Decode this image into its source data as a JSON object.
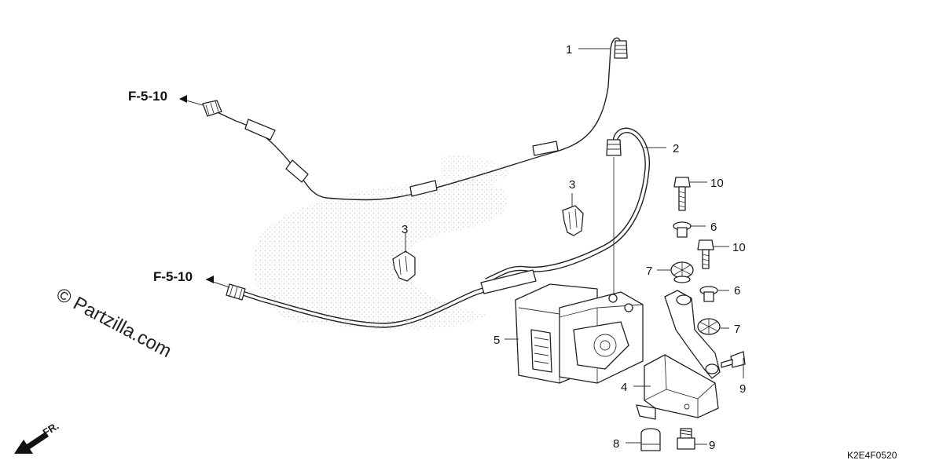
{
  "diagram": {
    "ref_labels": [
      "F-5-10",
      "F-5-10"
    ],
    "callouts": [
      "1",
      "2",
      "3",
      "3",
      "4",
      "5",
      "6",
      "6",
      "7",
      "7",
      "8",
      "9",
      "9",
      "10",
      "10"
    ],
    "watermark": "© Partzilla.com",
    "direction_label": "FR.",
    "diagram_code": "K2E4F0520"
  }
}
